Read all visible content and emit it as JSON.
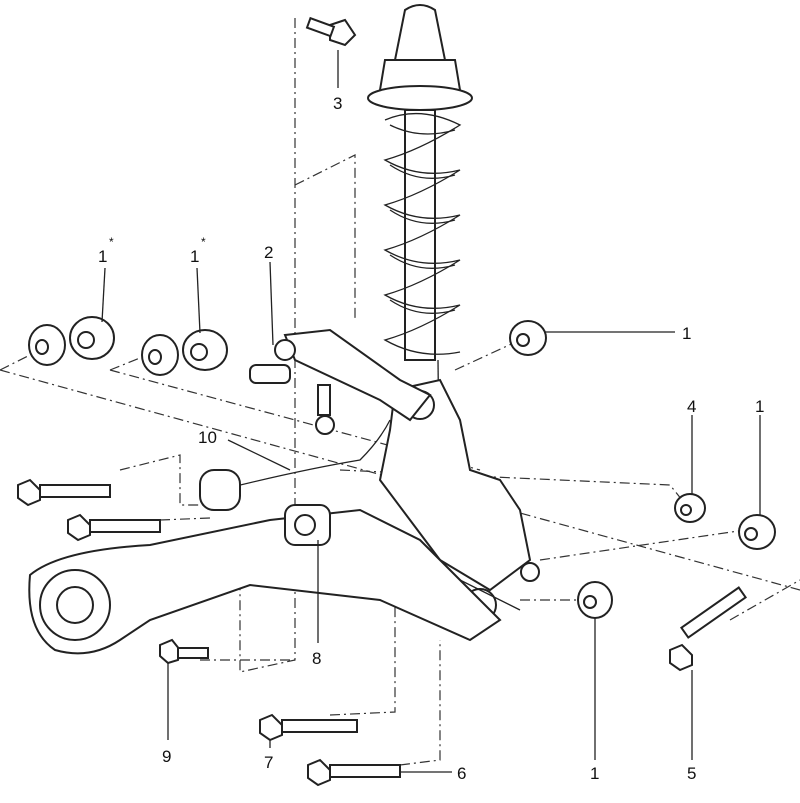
{
  "diagram": {
    "title": "Rear suspension exploded view",
    "callouts": {
      "c1_star_left": "1",
      "c1_star_right": "1",
      "star": "*",
      "c2": "2",
      "c3": "3",
      "c1_upper_right": "1",
      "c4": "4",
      "c1_far_right": "1",
      "c10": "10",
      "c8": "8",
      "c9": "9",
      "c7": "7",
      "c6": "6",
      "c1_bottom": "1",
      "c5": "5"
    }
  }
}
